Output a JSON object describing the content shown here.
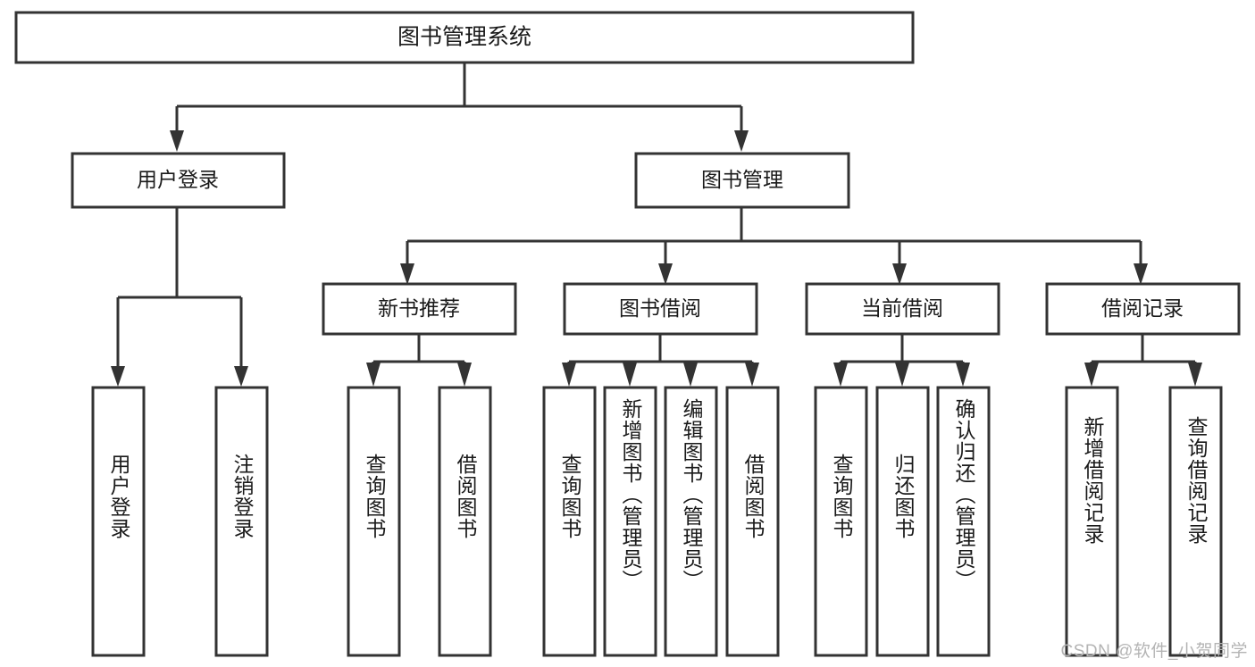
{
  "diagram": {
    "title": "图书管理系统",
    "type": "tree",
    "watermark": "CSDN @软件_小贺同学",
    "colors": {
      "box_border": "#333333",
      "box_fill": "#ffffff",
      "connector": "#333333",
      "text": "#1a1a1a",
      "watermark": "#b4b4b4",
      "background": "#ffffff"
    },
    "levels": {
      "root": {
        "label": "图书管理系统"
      },
      "level1": [
        {
          "label": "用户登录"
        },
        {
          "label": "图书管理"
        }
      ],
      "level2": [
        {
          "label": "新书推荐"
        },
        {
          "label": "图书借阅"
        },
        {
          "label": "当前借阅"
        },
        {
          "label": "借阅记录"
        }
      ],
      "leaves": [
        {
          "label": "用户登录",
          "parent": "用户登录"
        },
        {
          "label": "注销登录",
          "parent": "用户登录"
        },
        {
          "label": "查询图书",
          "parent": "新书推荐"
        },
        {
          "label": "借阅图书",
          "parent": "新书推荐"
        },
        {
          "label": "查询图书",
          "parent": "图书借阅"
        },
        {
          "label": "新增图书（管理员）",
          "parent": "图书借阅"
        },
        {
          "label": "编辑图书（管理员）",
          "parent": "图书借阅"
        },
        {
          "label": "借阅图书",
          "parent": "图书借阅"
        },
        {
          "label": "查询图书",
          "parent": "当前借阅"
        },
        {
          "label": "归还图书",
          "parent": "当前借阅"
        },
        {
          "label": "确认归还（管理员）",
          "parent": "当前借阅"
        },
        {
          "label": "新增借阅记录",
          "parent": "借阅记录"
        },
        {
          "label": "查询借阅记录",
          "parent": "借阅记录"
        }
      ]
    }
  }
}
